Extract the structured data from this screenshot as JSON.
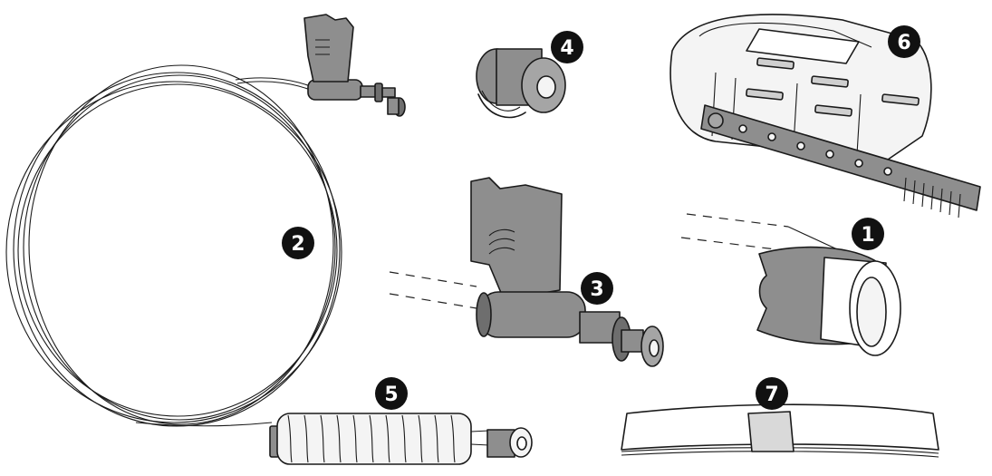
{
  "colors": {
    "outline": "#1a1a1a",
    "part_gray": "#8e8e8e",
    "part_gray_dark": "#6e6e6e",
    "part_light": "#f4f4f4",
    "strip": "#d9d9d9",
    "badge": "#111111"
  },
  "components": [
    {
      "id": "component-1",
      "label": "1"
    },
    {
      "id": "component-2",
      "label": "2"
    },
    {
      "id": "component-3",
      "label": "3"
    },
    {
      "id": "component-4",
      "label": "4"
    },
    {
      "id": "component-5",
      "label": "5"
    },
    {
      "id": "component-6",
      "label": "6"
    },
    {
      "id": "component-7",
      "label": "7"
    }
  ]
}
